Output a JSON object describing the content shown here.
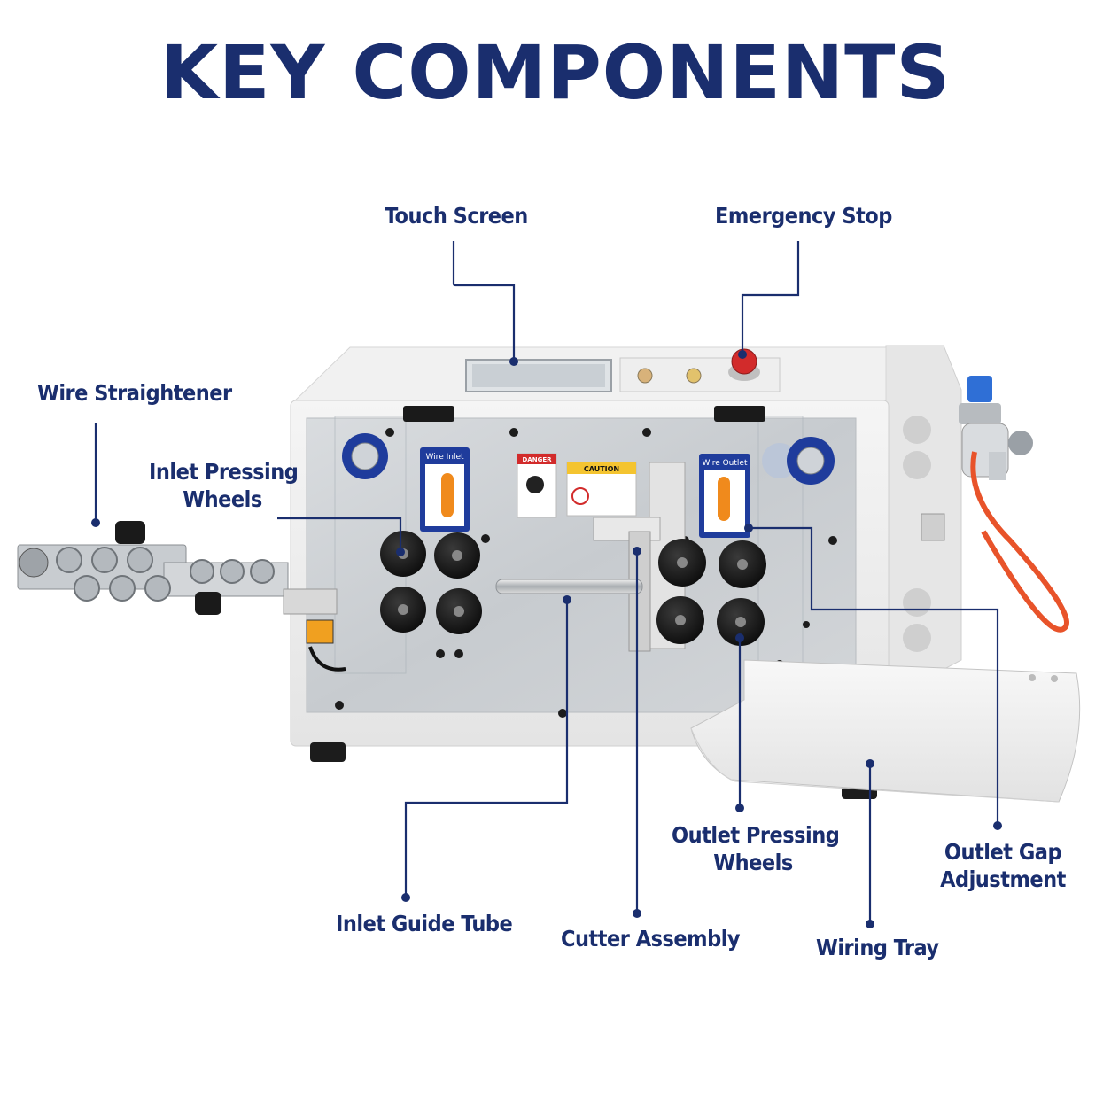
{
  "title": "KEY COMPONENTS",
  "components": {
    "touch_screen": "Touch Screen",
    "emergency_stop": "Emergency Stop",
    "wire_straightener": "Wire Straightener",
    "inlet_pressing_wheels_1": "Inlet Pressing",
    "inlet_pressing_wheels_2": "Wheels",
    "inlet_guide_tube": "Inlet Guide Tube",
    "cutter_assembly": "Cutter Assembly",
    "outlet_pressing_wheels_1": "Outlet Pressing",
    "outlet_pressing_wheels_2": "Wheels",
    "wiring_tray": "Wiring Tray",
    "outlet_gap_adjustment_1": "Outlet Gap",
    "outlet_gap_adjustment_2": "Adjustment"
  },
  "machine_labels": {
    "wire_inlet": "Wire Inlet",
    "wire_outlet": "Wire Outlet",
    "danger": "DANGER",
    "caution": "CAUTION"
  },
  "colors": {
    "navy": "#1a2e6e",
    "emergency_red": "#d22b2b",
    "air_hose": "#e8532a",
    "orange_dial": "#f08a1c",
    "bearing_blue": "#1f3c9c"
  }
}
